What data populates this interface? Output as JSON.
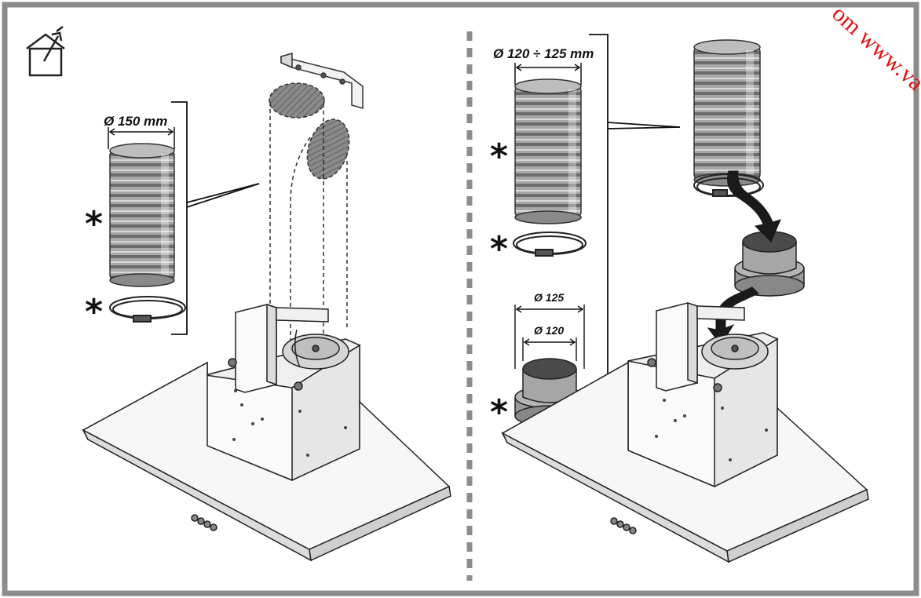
{
  "left_panel": {
    "duct_diameter_label": "Ø 150 mm",
    "optional_part_marks": [
      "*",
      "*"
    ],
    "icon": "house-with-vent-icon"
  },
  "right_panel": {
    "duct_diameter_label": "Ø 120 ÷ 125 mm",
    "adapter_outer_label": "Ø 125",
    "adapter_inner_label": "Ø 120",
    "optional_part_marks": [
      "*",
      "*",
      "*"
    ]
  },
  "watermark": {
    "text": "om www.va",
    "color": "#e01010"
  },
  "colors": {
    "frame": "#8c8c8c",
    "divider": "#8c8c8c",
    "duct": "#9a9a9a",
    "dark": "#3a3a3a"
  }
}
